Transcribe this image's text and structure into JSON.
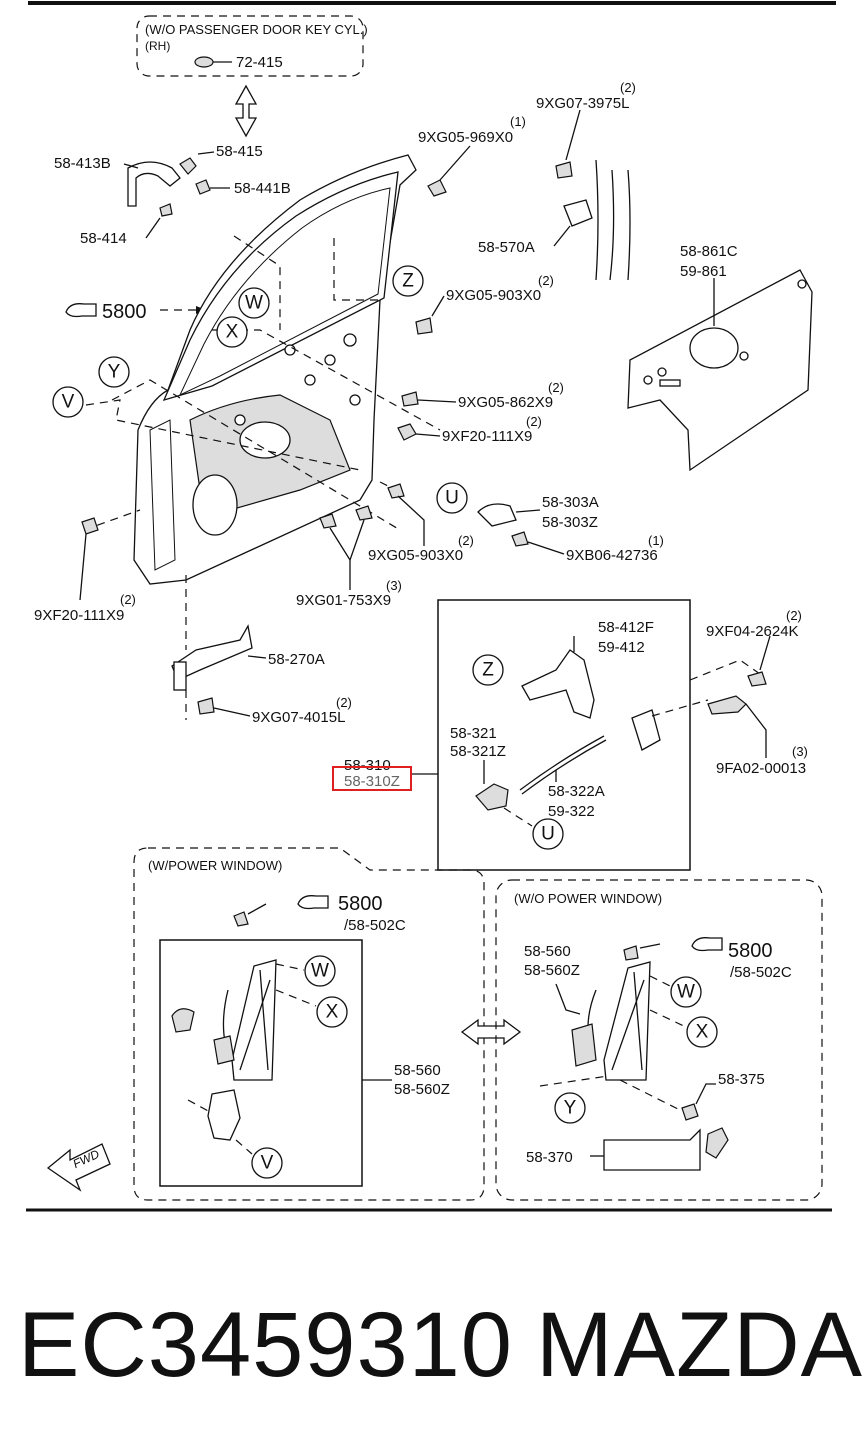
{
  "boxes": {
    "key_cyl": {
      "title": "(W/O PASSENGER DOOR KEY CYL.)",
      "sub": "(RH)",
      "part": "72-415"
    },
    "power_window": {
      "title": "(W/POWER WINDOW)"
    },
    "no_power_window": {
      "title": "(W/O POWER WINDOW)"
    }
  },
  "labels": {
    "p58_413B": "58-413B",
    "p58_415": "58-415",
    "p58_441B": "58-441B",
    "p58_414": "58-414",
    "p5800_main": "5800",
    "pX9XG05_969X0": "9XG05-969X0",
    "q_969": "(1)",
    "pX9XG07_3975L": "9XG07-3975L",
    "q_3975": "(2)",
    "p58_570A": "58-570A",
    "p58_861C": "58-861C",
    "p59_861": "59-861",
    "pX9XG05_903X0_a": "9XG05-903X0",
    "q_903a": "(2)",
    "pX9XG05_862X9": "9XG05-862X9",
    "q_862": "(2)",
    "pX9XF20_111X9_a": "9XF20-111X9",
    "q_111a": "(2)",
    "p58_303A": "58-303A",
    "p58_303Z": "58-303Z",
    "pX9XG05_903X0_b": "9XG05-903X0",
    "q_903b": "(2)",
    "pX9XB06_42736": "9XB06-42736",
    "q_42736": "(1)",
    "pX9XG01_753X9": "9XG01-753X9",
    "q_753": "(3)",
    "pX9XF20_111X9_b": "9XF20-111X9",
    "q_111b": "(2)",
    "p58_270A": "58-270A",
    "pX9XG07_4015L": "9XG07-4015L",
    "q_4015": "(2)",
    "p58_412F": "58-412F",
    "p59_412": "59-412",
    "pX9XF04_2624K": "9XF04-2624K",
    "q_2624": "(2)",
    "p58_321": "58-321",
    "p58_321Z": "58-321Z",
    "p58_310": "58-310",
    "p58_310Z": "58-310Z",
    "p58_322A": "58-322A",
    "p59_322": "59-322",
    "pX9FA02_00013": "9FA02-00013",
    "q_00013": "(3)",
    "pw_5800": "5800",
    "pw_502C": "/58-502C",
    "pw_58_560": "58-560",
    "pw_58_560Z": "58-560Z",
    "npw_58_560": "58-560",
    "npw_58_560Z": "58-560Z",
    "npw_5800": "5800",
    "npw_502C": "/58-502C",
    "npw_58_375": "58-375",
    "npw_58_370": "58-370",
    "fwd": "FWD"
  },
  "rings": {
    "W": "W",
    "X": "X",
    "Y": "Y",
    "V": "V",
    "Z": "Z",
    "U": "U"
  },
  "highlight": {
    "target": "58-310Z",
    "color": "#e02020"
  },
  "footer": {
    "part_number": "EC3459310",
    "brand": "MAZDA"
  }
}
